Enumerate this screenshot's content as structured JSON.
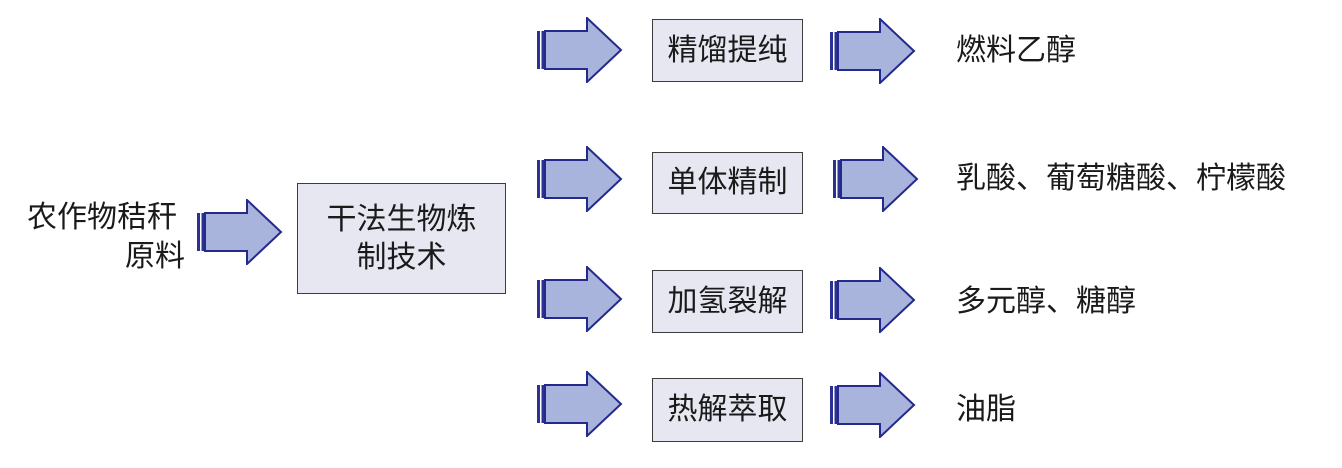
{
  "source": {
    "line1": "农作物秸秆",
    "line2": "原料"
  },
  "central_process": {
    "line1": "干法生物炼",
    "line2": "制技术"
  },
  "branches": [
    {
      "process": "精馏提纯",
      "product": "燃料乙醇"
    },
    {
      "process": "单体精制",
      "product": "乳酸、葡萄糖酸、柠檬酸"
    },
    {
      "process": "加氢裂解",
      "product": "多元醇、糖醇"
    },
    {
      "process": "热解萃取",
      "product": "油脂"
    }
  ],
  "colors": {
    "box_fill": "#e6e7f1",
    "arrow_fill": "#a9b4dc",
    "arrow_edge": "#232a8c",
    "arrow_stripe": "#2b3192"
  }
}
